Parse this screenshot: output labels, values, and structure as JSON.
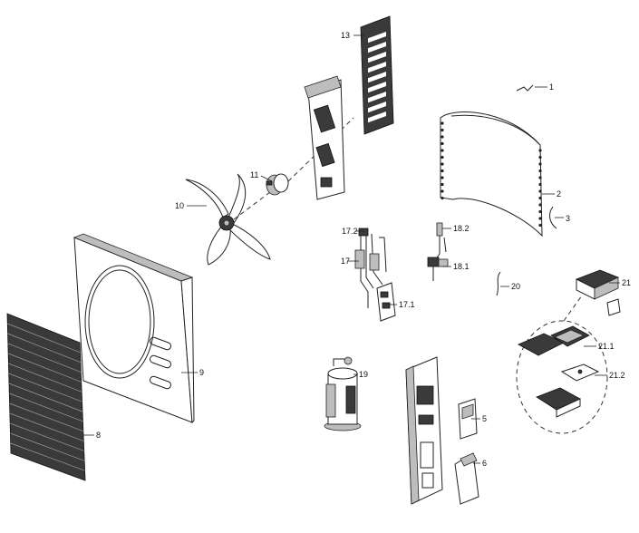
{
  "callouts": {
    "p1": "1",
    "p2": "2",
    "p3": "3",
    "p5": "5",
    "p6": "6",
    "p8": "8",
    "p9": "9",
    "p10": "10",
    "p11": "11",
    "p13": "13",
    "p17": "17",
    "p17_1": "17.1",
    "p17_2": "17.2",
    "p18_1": "18.1",
    "p18_2": "18.2",
    "p19": "19",
    "p20": "20",
    "p21": "21",
    "p21_1": "21.1",
    "p21_2": "21.2"
  }
}
